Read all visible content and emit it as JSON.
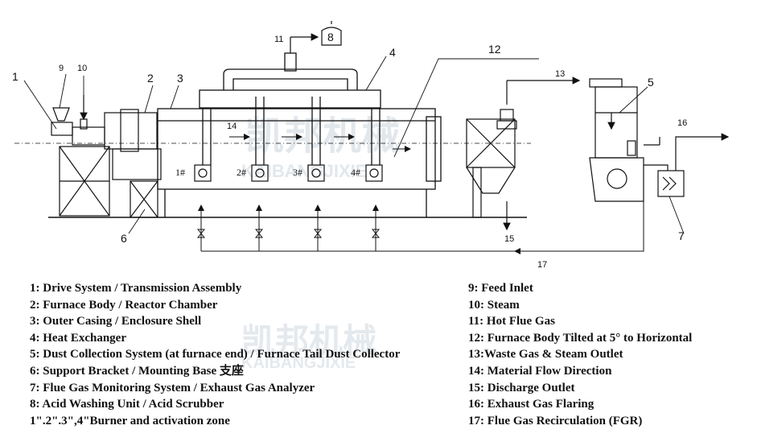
{
  "callouts": {
    "c1": "1",
    "c2": "2",
    "c3": "3",
    "c4": "4",
    "c5": "5",
    "c6": "6",
    "c7": "7",
    "c8": "8",
    "c9": "9",
    "c10": "10",
    "c11": "11",
    "c12": "12",
    "c13": "13",
    "c14": "14",
    "c15": "15",
    "c16": "16",
    "c17": "17"
  },
  "burners": {
    "b1": "1#",
    "b2": "2#",
    "b3": "3#",
    "b4": "4#"
  },
  "watermark": {
    "brand_cn": "凯邦机械",
    "brand_en": "KAIBANGJIXIE"
  },
  "legend": {
    "left": [
      "1: Drive System / Transmission Assembly",
      "2: Furnace Body / Reactor Chamber",
      "3: Outer Casing / Enclosure Shell",
      "4: Heat Exchanger",
      "5: Dust Collection System (at furnace end) / Furnace Tail Dust Collector",
      "6: Support Bracket / Mounting Base 支座",
      "7: Flue Gas Monitoring System / Exhaust Gas Analyzer",
      "8: Acid Washing Unit / Acid Scrubber",
      "1\".2\".3\",4\"Burner and activation zone"
    ],
    "right": [
      "9: Feed Inlet",
      "10: Steam",
      "11: Hot Flue Gas",
      "12: Furnace Body Tilted at 5° to Horizontal",
      "13:Waste Gas & Steam Outlet",
      "14: Material Flow Direction",
      "15: Discharge Outlet",
      "16: Exhaust Gas Flaring",
      "17: Flue Gas Recirculation (FGR)"
    ]
  }
}
